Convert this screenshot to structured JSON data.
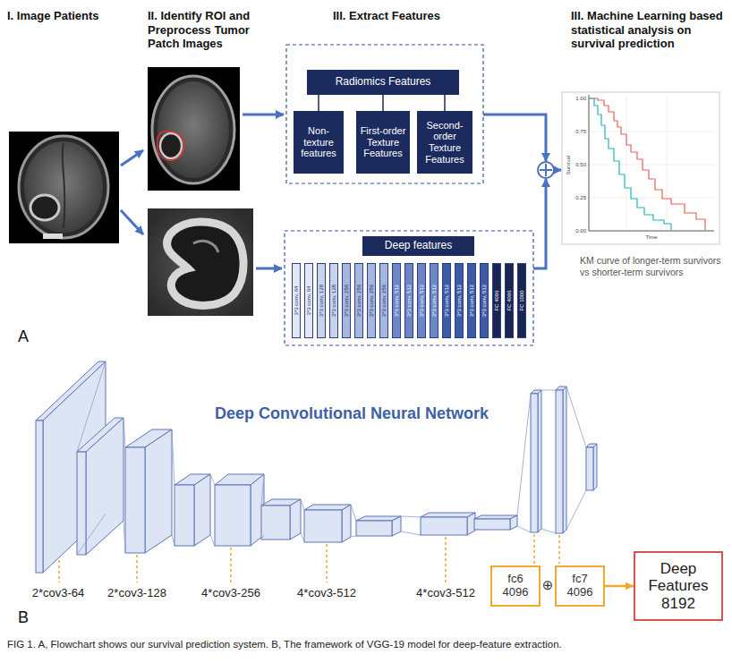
{
  "diagram": {
    "caption": "FIG 1. A, Flowchart shows our survival prediction system. B, The framework of VGG-19 model for deep-feature extraction.",
    "nodes": [
      {
        "text": [
          "Radiomics Features"
        ]
      },
      {
        "text": [
          "Non-texture features"
        ]
      },
      {
        "text": [
          "First-order Texture Features"
        ]
      },
      {
        "text": [
          "Second-order Texture Features"
        ]
      },
      {
        "text": [
          "Deep features"
        ]
      },
      {
        "text": [
          "3*3 conv, 64"
        ]
      },
      {
        "text": [
          "3*3 conv, 64"
        ]
      },
      {
        "text": [
          "3*3 conv, 128"
        ]
      },
      {
        "text": [
          "3*3 conv, 128"
        ]
      },
      {
        "text": [
          "3*3 conv, 256"
        ]
      },
      {
        "text": [
          "3*3 conv, 256"
        ]
      },
      {
        "text": [
          "3*3 conv, 256"
        ]
      },
      {
        "text": [
          "3*3 conv, 256"
        ]
      },
      {
        "text": [
          "3*3 conv, 512"
        ]
      },
      {
        "text": [
          "3*3 conv, 512"
        ]
      },
      {
        "text": [
          "3*3 conv, 512"
        ]
      },
      {
        "text": [
          "3*3 conv, 512"
        ]
      },
      {
        "text": [
          "3*3 conv, 512"
        ]
      },
      {
        "text": [
          "3*3 conv, 512"
        ]
      },
      {
        "text": [
          "3*3 conv, 512"
        ]
      },
      {
        "text": [
          "3*3 conv, 512"
        ]
      },
      {
        "text": [
          "FC 4096"
        ]
      },
      {
        "text": [
          "FC 4096"
        ]
      },
      {
        "text": [
          "FC 1000"
        ]
      },
      {
        "text": [
          "fc6 4096"
        ]
      },
      {
        "text": [
          "fc7 4096"
        ]
      },
      {
        "text": [
          "Deep Features 8192"
        ]
      }
    ],
    "edges": [
      {
        "from": 0,
        "to": 1,
        "arrow": "none"
      },
      {
        "from": 0,
        "to": 2,
        "arrow": "none"
      },
      {
        "from": 0,
        "to": 3,
        "arrow": "none"
      },
      {
        "from": 25,
        "to": 26,
        "arrow": "to"
      }
    ],
    "labels": [
      "I. Image Patients",
      "II. Identify ROI and Preprocess Tumor Patch Images",
      "III. Extract Features",
      "III. Machine Learning based statistical analysis on survival prediction",
      "1.00",
      "0.75",
      "0.50",
      "0.25",
      "0.00",
      "Survival",
      "Time",
      "KM curve of longer-term survivors vs shorter-term survivors",
      "A",
      "Deep Convolutional Neural Network",
      "2*cov3-64",
      "2*cov3-128",
      "4*cov3-256",
      "4*cov3-512",
      "4*cov3-512",
      "⊕",
      "B"
    ]
  }
}
